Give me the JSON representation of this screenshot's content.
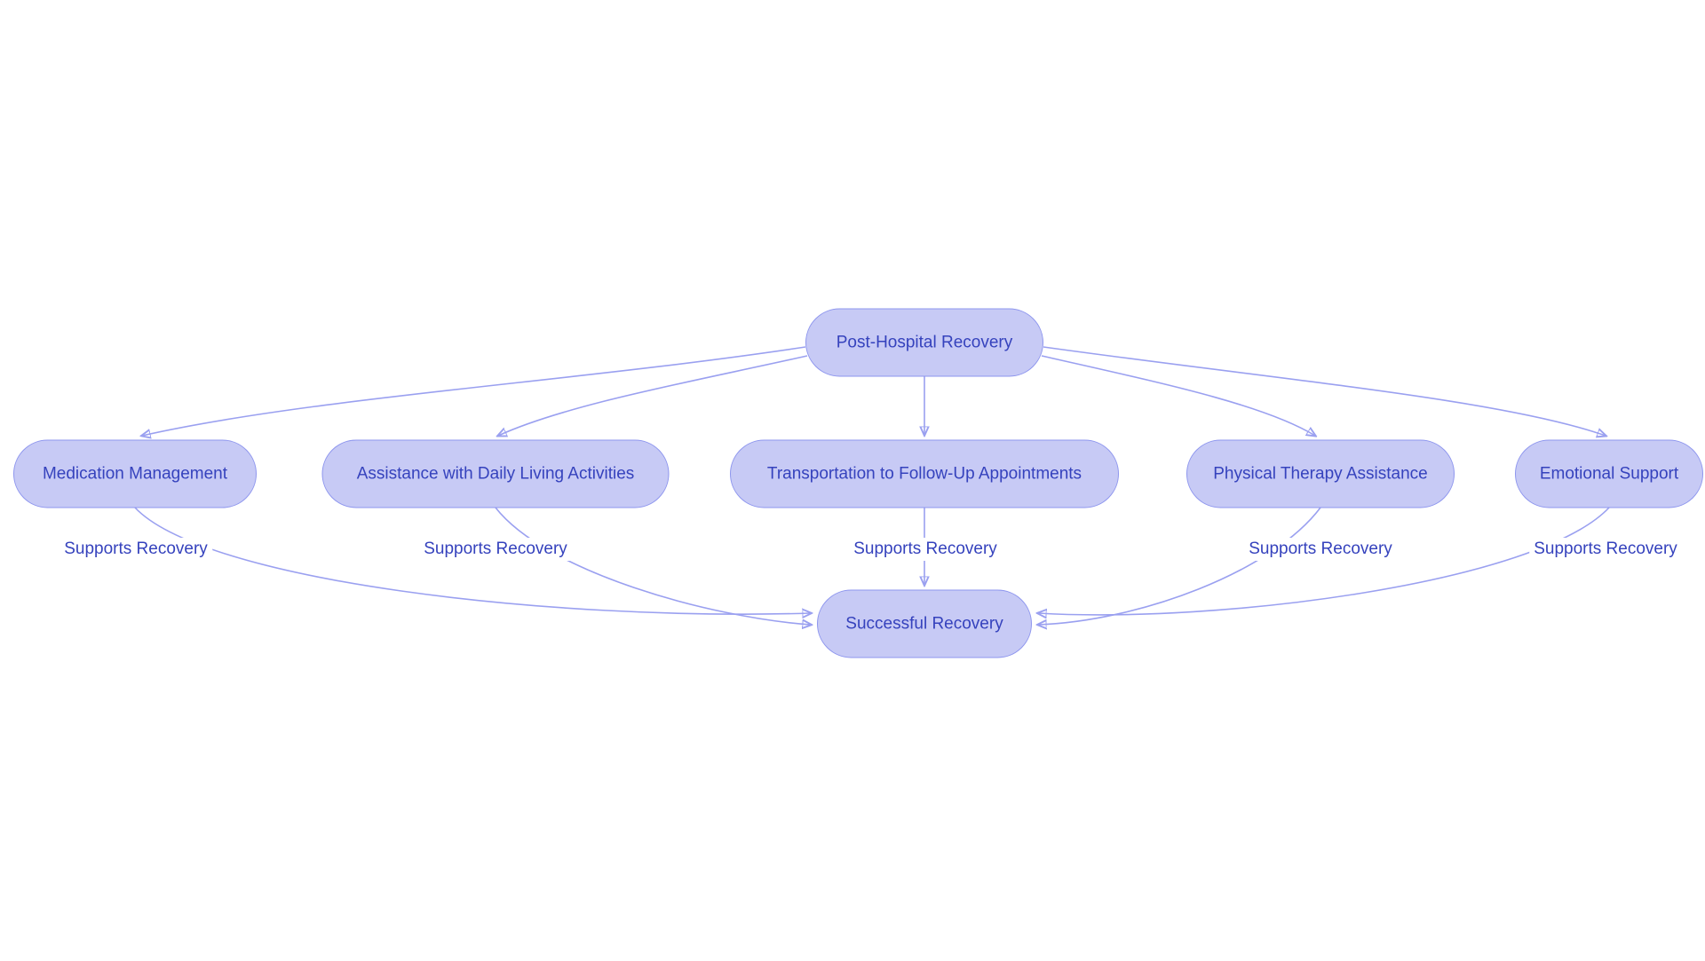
{
  "diagram": {
    "title": "Post-Hospital Recovery support flowchart",
    "colors": {
      "background": "#ffffff",
      "node_fill": "#c7caf5",
      "node_border": "#8e96ee",
      "text": "#3542bd",
      "edge": "#9aa0f0"
    },
    "nodes": {
      "root": {
        "label": "Post-Hospital Recovery"
      },
      "medication": {
        "label": "Medication Management"
      },
      "daily_living": {
        "label": "Assistance with Daily Living Activities"
      },
      "transportation": {
        "label": "Transportation to Follow-Up Appointments"
      },
      "physical_therapy": {
        "label": "Physical Therapy Assistance"
      },
      "emotional": {
        "label": "Emotional Support"
      },
      "success": {
        "label": "Successful Recovery"
      }
    },
    "edge_labels": [
      "Supports Recovery",
      "Supports Recovery",
      "Supports Recovery",
      "Supports Recovery",
      "Supports Recovery"
    ]
  }
}
